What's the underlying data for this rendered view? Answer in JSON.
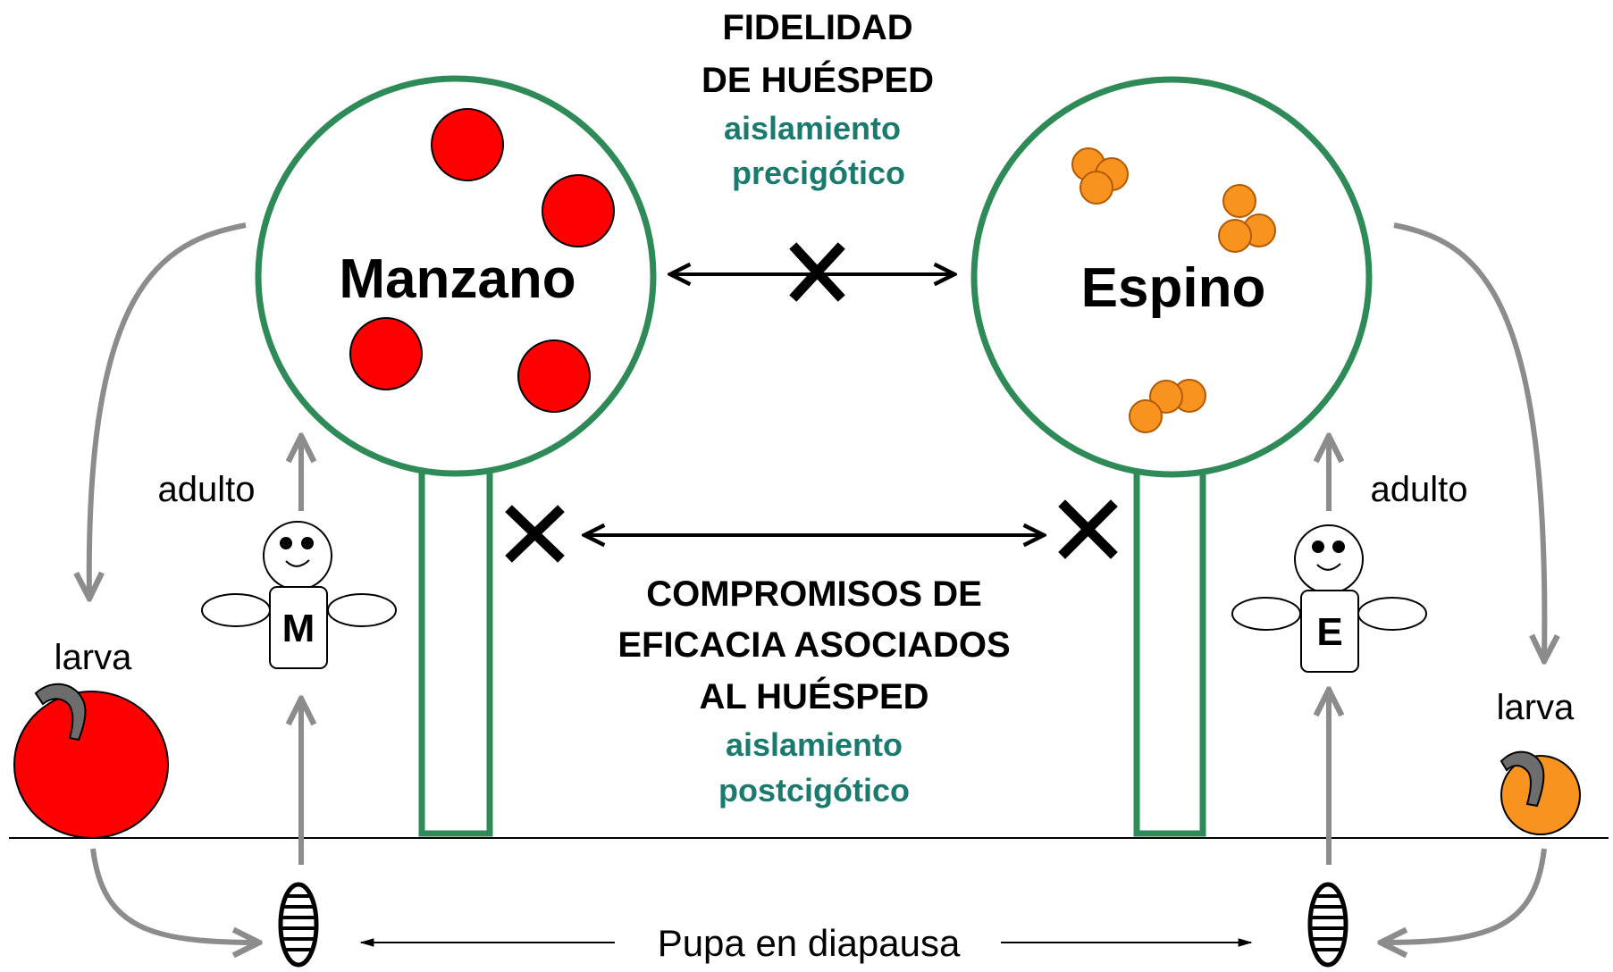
{
  "colors": {
    "tree_outline": "#2e8b57",
    "teal_text": "#1a7a6e",
    "apple": "#ff0000",
    "haw": "#f7931e",
    "gray_arrow": "#8c8c8c",
    "larva": "#6d6d6d"
  },
  "top_label": {
    "line1": "FIDELIDAD",
    "line2": "DE HUÉSPED",
    "sub1": "aislamiento",
    "sub2": "precigótico"
  },
  "middle_label": {
    "line1": "COMPROMISOS DE",
    "line2": "EFICACIA ASOCIADOS",
    "line3": "AL HUÉSPED",
    "sub1": "aislamiento",
    "sub2": "postcigótico"
  },
  "left_tree": {
    "name": "Manzano"
  },
  "right_tree": {
    "name": "Espino"
  },
  "left_stage": {
    "adult": "adulto",
    "larva": "larva",
    "fly_letter": "M"
  },
  "right_stage": {
    "adult": "adulto",
    "larva": "larva",
    "fly_letter": "E"
  },
  "bottom_label": "Pupa en diapausa",
  "icons": {
    "cross": "x-mark-icon",
    "fly": "fly-icon",
    "pupa": "pupa-icon",
    "apple": "apple-icon",
    "haw": "haw-icon"
  }
}
